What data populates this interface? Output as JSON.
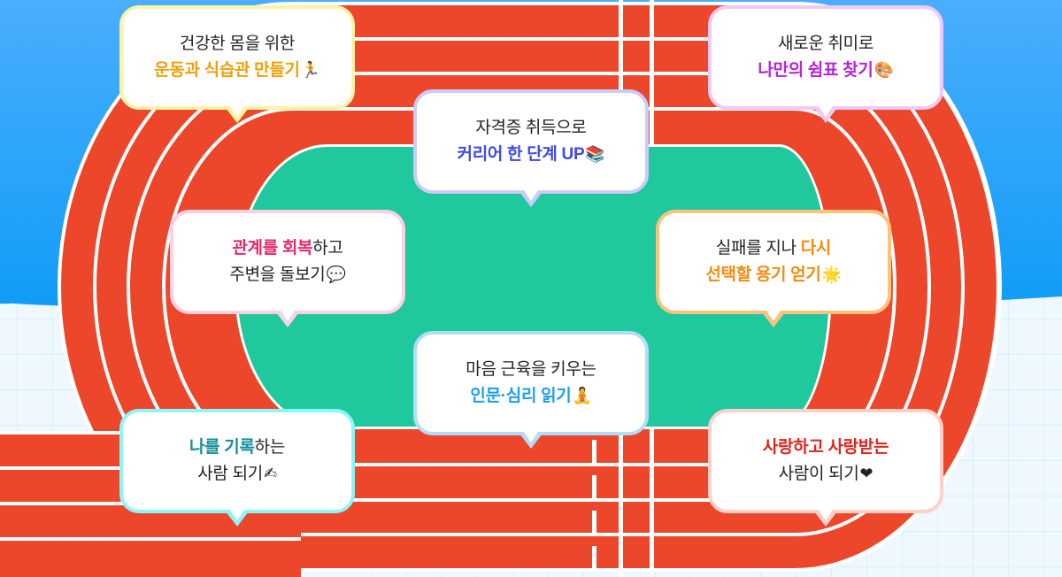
{
  "colors": {
    "sky_top": "#4aaefc",
    "sky_bottom": "#0f9cf7",
    "ground": "#eef8fe",
    "grid": "#d9effb",
    "track": "#ed472b",
    "infield": "#1fc89d",
    "lane_line": "#ffffff"
  },
  "bubbles": [
    {
      "id": "health",
      "line1": [
        {
          "text": "건강한 몸을 위한",
          "hl": false
        }
      ],
      "line2": [
        {
          "text": "운동과 식습관 만들기",
          "hl": true
        }
      ],
      "emoji": "🏃",
      "emoji_name": "running-person-icon",
      "accent": "#eda10c",
      "border": "#fdf3a6"
    },
    {
      "id": "hobby",
      "line1": [
        {
          "text": "새로운 취미로",
          "hl": false
        }
      ],
      "line2": [
        {
          "text": "나만의 쉼표 찾기",
          "hl": true
        }
      ],
      "emoji": "🎨",
      "emoji_name": "palette-icon",
      "accent": "#b526d6",
      "border": "#f1c9f6"
    },
    {
      "id": "career",
      "line1": [
        {
          "text": "자격증 취득으로",
          "hl": false
        }
      ],
      "line2": [
        {
          "text": "커리어 한 단계 UP",
          "hl": true
        }
      ],
      "emoji": "📚",
      "emoji_name": "books-icon",
      "accent": "#3e49e6",
      "border": "#cbcbfb"
    },
    {
      "id": "relation",
      "line1": [
        {
          "text": "관계를 회복",
          "hl": true
        },
        {
          "text": "하고",
          "hl": false
        }
      ],
      "line2": [
        {
          "text": "주변을 돌보기",
          "hl": false
        }
      ],
      "emoji": "💬",
      "emoji_name": "speech-bubble-icon",
      "accent": "#e4266d",
      "border": "#fdd2e0"
    },
    {
      "id": "courage",
      "line1": [
        {
          "text": "실패를 지나 ",
          "hl": false
        },
        {
          "text": "다시",
          "hl": true
        }
      ],
      "line2": [
        {
          "text": "선택할 용기 얻기",
          "hl": true
        }
      ],
      "emoji": "🌟",
      "emoji_name": "star-icon",
      "accent": "#f48b0f",
      "border": "#fbc27b"
    },
    {
      "id": "mind",
      "line1": [
        {
          "text": "마음 근육을 키우는",
          "hl": false
        }
      ],
      "line2": [
        {
          "text": "인문·심리 읽기",
          "hl": true
        }
      ],
      "emoji": "🧘",
      "emoji_name": "meditation-icon",
      "accent": "#209ded",
      "border": "#b1ddfa"
    },
    {
      "id": "record",
      "line1": [
        {
          "text": "나를 기록",
          "hl": true
        },
        {
          "text": "하는",
          "hl": false
        }
      ],
      "line2": [
        {
          "text": "사람 되기",
          "hl": false
        }
      ],
      "emoji": "✍",
      "emoji_name": "writing-hand-icon",
      "accent": "#158e98",
      "border": "#8bf6fb"
    },
    {
      "id": "love",
      "line1": [
        {
          "text": "사랑하고 사랑받는",
          "hl": true
        }
      ],
      "line2": [
        {
          "text": "사람이 되기",
          "hl": false
        }
      ],
      "emoji": "❤",
      "emoji_name": "heart-icon",
      "accent": "#e0231b",
      "border": "#ffd0ca"
    }
  ]
}
